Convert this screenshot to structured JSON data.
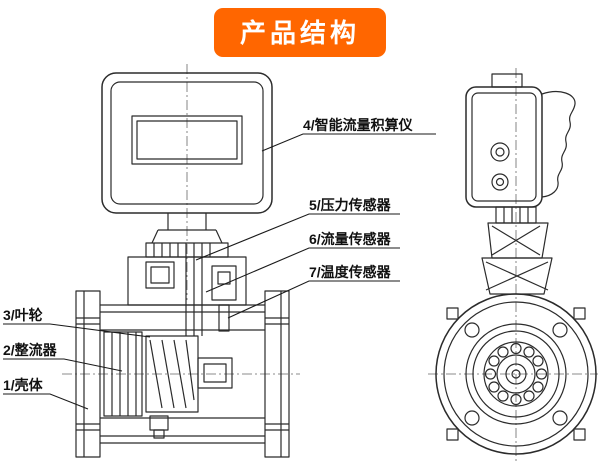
{
  "title": "产品结构",
  "colors": {
    "banner_bg": "#ff6600",
    "banner_text": "#ffffff",
    "line": "#2b2b2b"
  },
  "labels": {
    "totalizer": "4/智能流量积算仪",
    "pressure_sensor": "5/压力传感器",
    "flow_sensor": "6/流量传感器",
    "temperature_sensor": "7/温度传感器",
    "impeller": "3/叶轮",
    "rectifier": "2/整流器",
    "housing": "1/壳体"
  }
}
